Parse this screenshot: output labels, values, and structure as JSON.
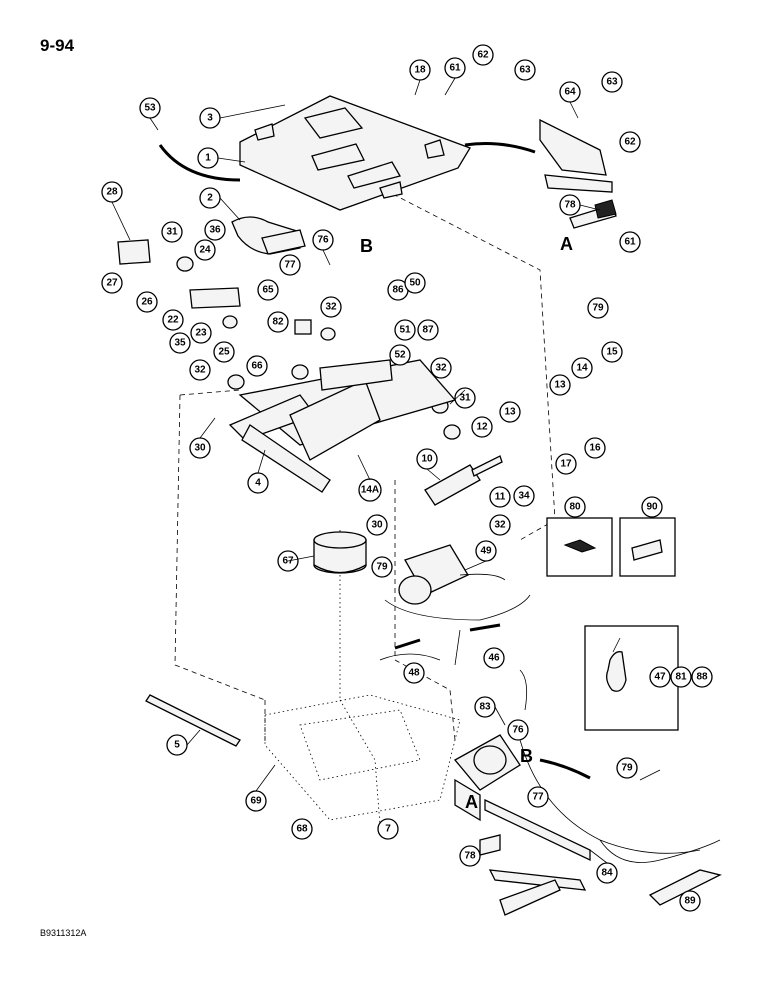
{
  "page": {
    "number": "9-94",
    "figure_code": "B9311312A"
  },
  "reference_letters": [
    "B",
    "A",
    "B",
    "A"
  ],
  "callouts": [
    "53",
    "3",
    "18",
    "61",
    "62",
    "63",
    "64",
    "63",
    "62",
    "1",
    "2",
    "28",
    "31",
    "36",
    "24",
    "27",
    "76",
    "77",
    "65",
    "86",
    "50",
    "26",
    "22",
    "23",
    "35",
    "25",
    "82",
    "32",
    "51",
    "87",
    "52",
    "66",
    "32",
    "32",
    "31",
    "78",
    "61",
    "79",
    "13",
    "14",
    "15",
    "13",
    "16",
    "12",
    "17",
    "30",
    "4",
    "14A",
    "10",
    "11",
    "34",
    "32",
    "30",
    "80",
    "90",
    "67",
    "79",
    "49",
    "48",
    "46",
    "47",
    "81",
    "88",
    "5",
    "83",
    "76",
    "79",
    "77",
    "69",
    "68",
    "7",
    "78",
    "84",
    "89"
  ]
}
